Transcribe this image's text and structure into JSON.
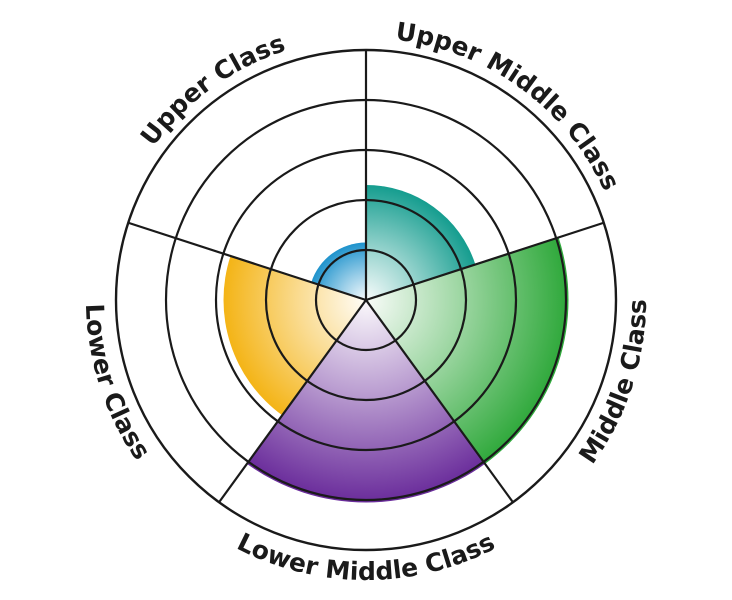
{
  "chart_data": {
    "type": "polar-area",
    "title": "",
    "categories": [
      "Upper Class",
      "Upper Middle Class",
      "Middle Class",
      "Lower Middle Class",
      "Lower Class"
    ],
    "values": [
      1.15,
      2.3,
      4.05,
      4.05,
      2.85
    ],
    "rmax": 5,
    "grid_rings": [
      1,
      2,
      3,
      4
    ],
    "colors": [
      "#1f93cc",
      "#159d8f",
      "#2ea83a",
      "#6a2c9b",
      "#f4b416"
    ]
  }
}
